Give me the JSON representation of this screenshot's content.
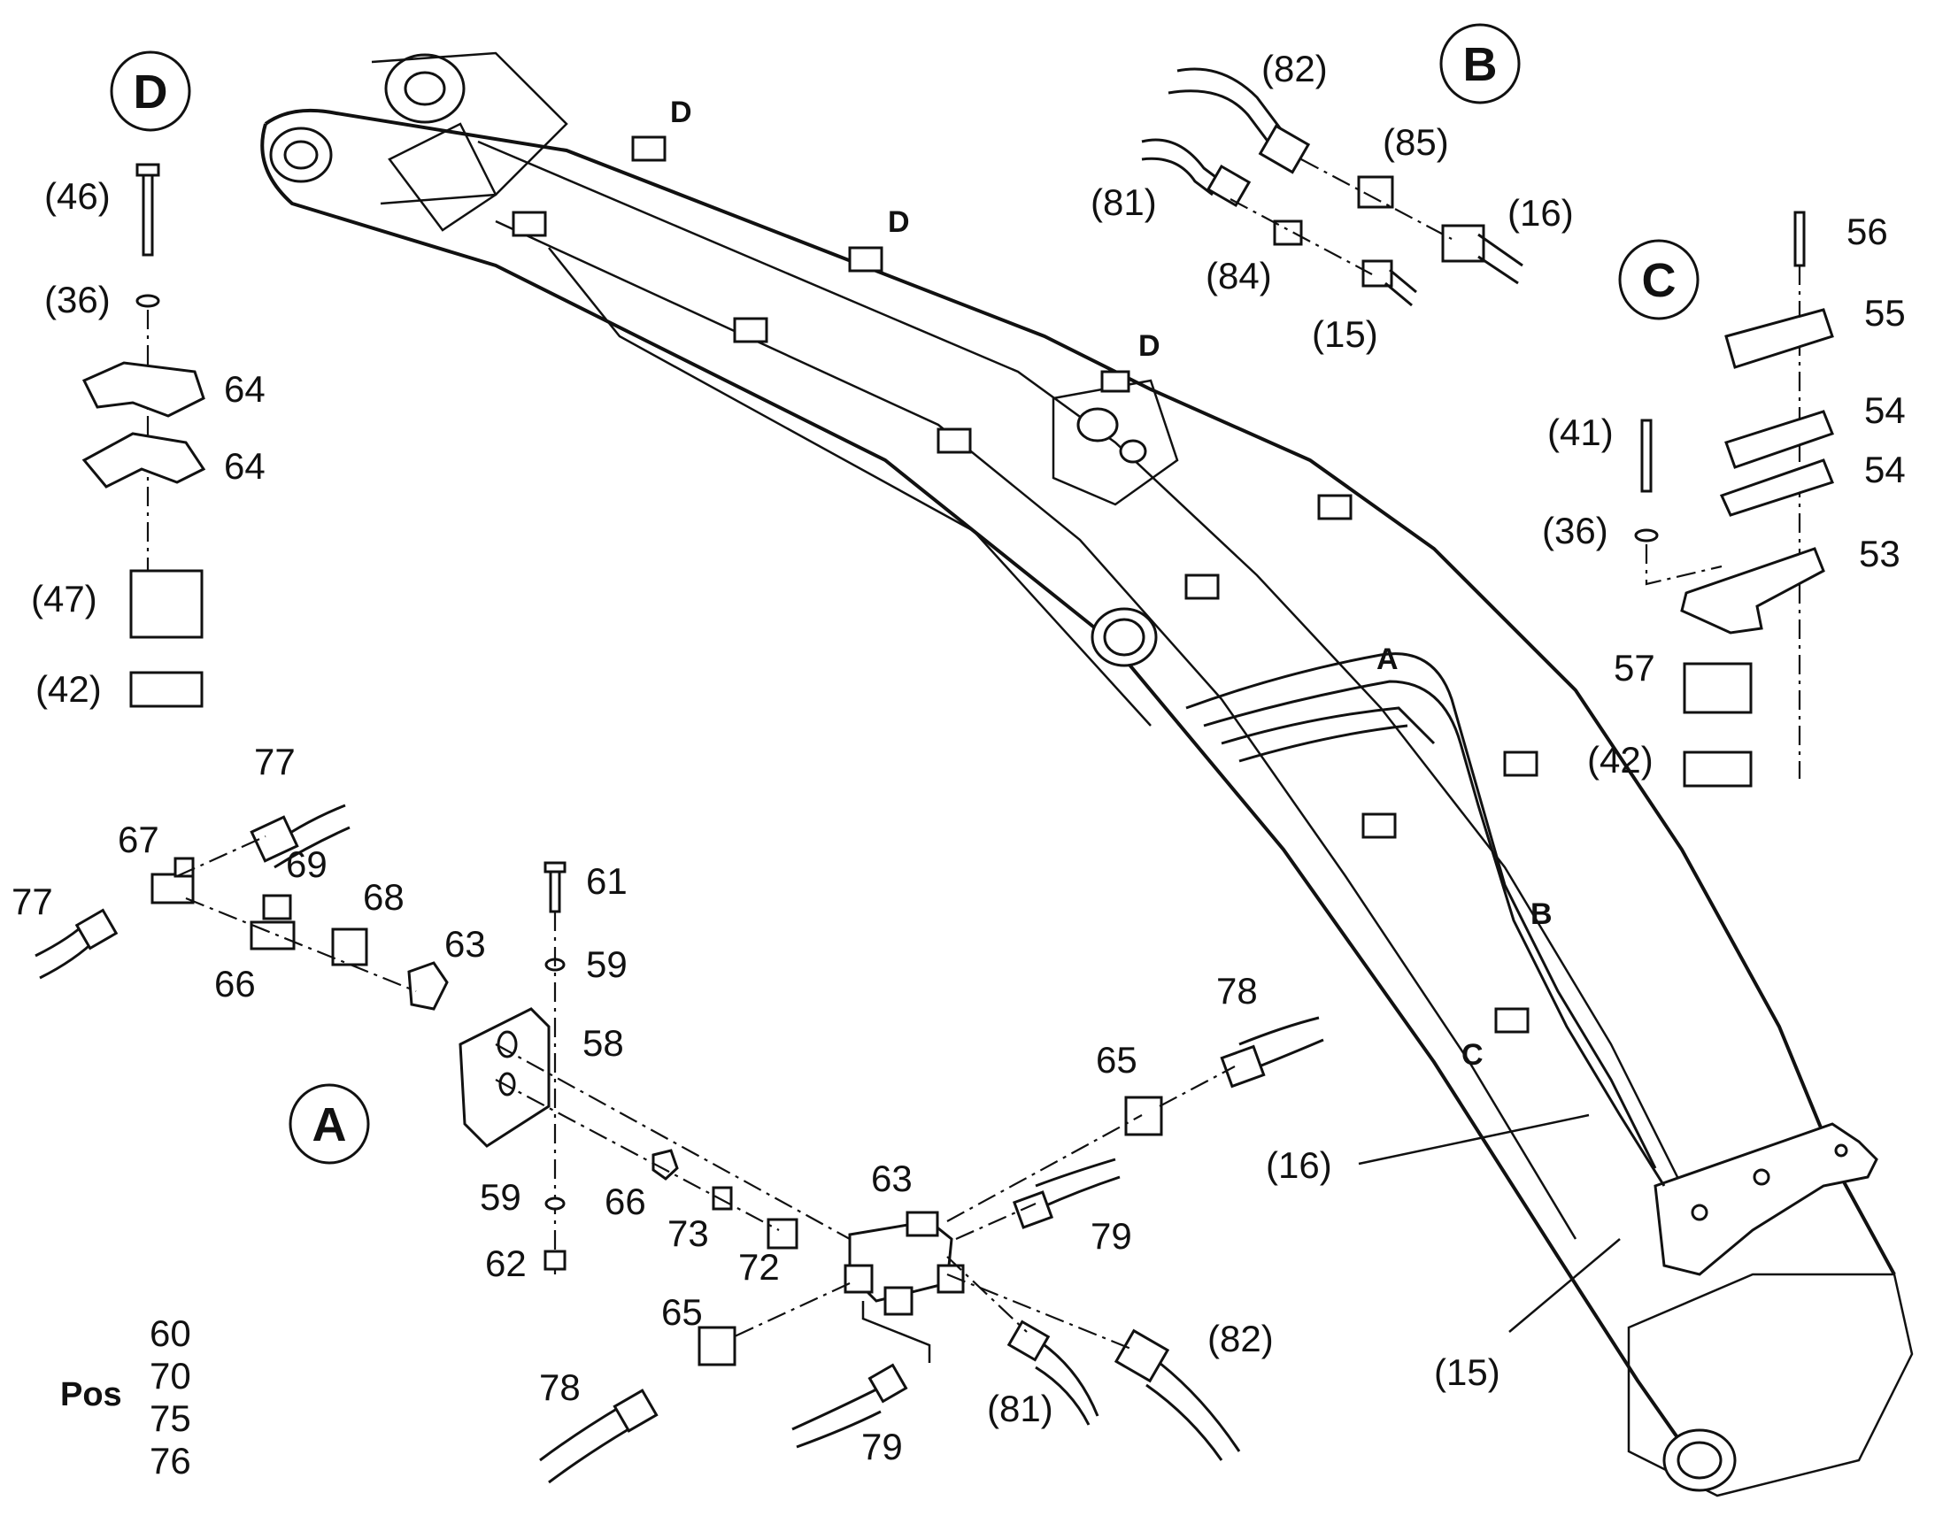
{
  "callouts": {
    "A": "A",
    "B": "B",
    "C": "C",
    "D": "D"
  },
  "boom_marks": {
    "d1": "D",
    "d2": "D",
    "d3": "D",
    "a": "A",
    "b": "B",
    "c": "C"
  },
  "labels": {
    "d_46": "(46)",
    "d_36": "(36)",
    "d_64a": "64",
    "d_64b": "64",
    "d_47": "(47)",
    "d_42": "(42)",
    "b_82": "(82)",
    "b_85": "(85)",
    "b_81": "(81)",
    "b_16": "(16)",
    "b_84": "(84)",
    "b_15": "(15)",
    "c_56": "56",
    "c_55": "55",
    "c_54a": "54",
    "c_54b": "54",
    "c_41": "(41)",
    "c_36": "(36)",
    "c_53": "53",
    "c_57": "57",
    "c_42": "(42)",
    "a_77a": "77",
    "a_67": "67",
    "a_77b": "77",
    "a_69": "69",
    "a_68": "68",
    "a_66a": "66",
    "a_63a": "63",
    "a_61": "61",
    "a_59a": "59",
    "a_58": "58",
    "a_78a": "78",
    "a_65a": "65",
    "a_59b": "59",
    "a_66b": "66",
    "a_73": "73",
    "a_63b": "63",
    "a_79a": "79",
    "a_62": "62",
    "a_72": "72",
    "a_65b": "65",
    "a_78b": "78",
    "a_82": "(82)",
    "a_81": "(81)",
    "a_79b": "79",
    "main_16": "(16)",
    "main_15": "(15)"
  },
  "pos": {
    "label": "Pos",
    "items": [
      "60",
      "70",
      "75",
      "76"
    ]
  }
}
